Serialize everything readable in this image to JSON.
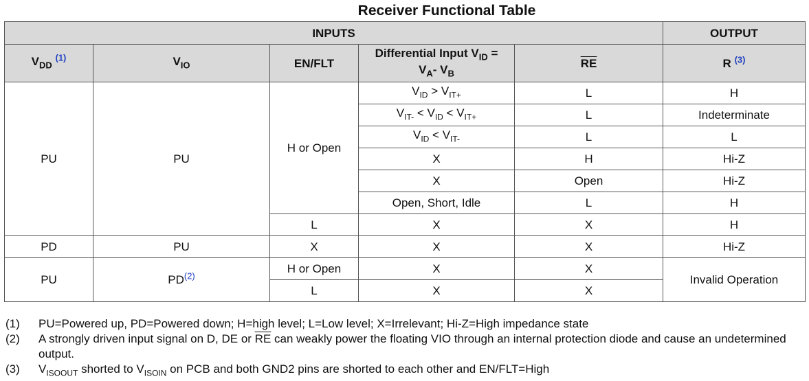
{
  "title": "Receiver Functional Table",
  "header": {
    "inputs": "INPUTS",
    "output": "OUTPUT",
    "vdd_main": "V",
    "vdd_sub": "DD",
    "vdd_ref": "(1)",
    "vio_main": "V",
    "vio_sub": "IO",
    "en_flt": "EN/FLT",
    "diff_line1_pre": "Differential Input V",
    "diff_line1_sub": "ID",
    "diff_line1_post": " =",
    "diff_line2_a": "V",
    "diff_line2_a_sub": "A",
    "diff_line2_b": "- V",
    "diff_line2_b_sub": "B",
    "re": "RE",
    "r": "R",
    "r_ref": "(3)"
  },
  "cells": {
    "pu": "PU",
    "pd": "PD",
    "pd_ref": "(2)",
    "h_or_open": "H or Open",
    "l": "L",
    "h": "H",
    "x": "X",
    "open": "Open",
    "indeterminate": "Indeterminate",
    "hiz": "Hi-Z",
    "open_short_idle": "Open, Short, Idle",
    "invalid_operation": "Invalid Operation",
    "v": "V",
    "id_sub": "ID",
    "itp_sub": "IT+",
    "itm_sub": "IT-",
    "gt": " > ",
    "lt": " < "
  },
  "notes": [
    {
      "num": "(1)",
      "text": "PU=Powered up, PD=Powered down; H=high level; L=Low level; X=Irrelevant; Hi-Z=High impedance state"
    },
    {
      "num": "(2)",
      "pre": "A strongly driven input signal on D, DE or ",
      "re": "RE",
      "post": " can weakly power the floating VIO through an internal protection diode and cause an undetermined output."
    },
    {
      "num": "(3)",
      "v": "V",
      "sub1": "ISOOUT",
      "mid": " shorted to V",
      "sub2": "ISOIN",
      "post": " on PCB and both GND2 pins are shorted to each other and EN/FLT=High"
    }
  ]
}
